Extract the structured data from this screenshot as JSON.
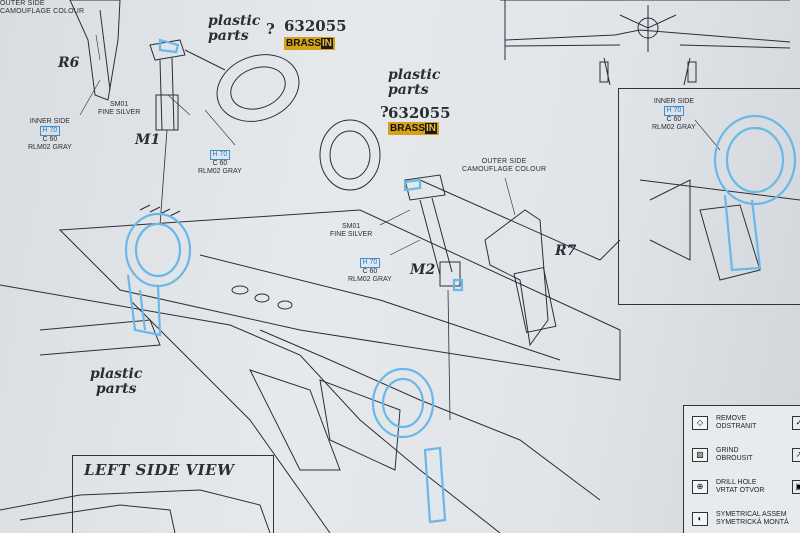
{
  "labels": {
    "top_left_outer": "OUTER SIDE\nCAMOUFLAGE COLOUR",
    "plastic_parts": "plastic\nparts",
    "question": "?",
    "part_number": "632055",
    "brassin_a": "BRASS",
    "brassin_b": "IN",
    "r6": "R6",
    "r7": "R7",
    "m1": "M1",
    "m2": "M2",
    "inner_side": "INNER SIDE",
    "outer_side_r7": "OUTER SIDE\nCAMOUFLAGE COLOUR",
    "sm01": "SM01",
    "fine_silver": "FINE SILVER",
    "h70": "H 70",
    "c60": "C 60",
    "rlm02": "RLM02 GRAY",
    "left_side_view": "LEFT SIDE VIEW",
    "plastic_parts_lower": "plastic\nparts"
  },
  "legend": {
    "items": [
      {
        "icon": "remove-icon",
        "line1": "REMOVE",
        "line2": "ODSTRANIT"
      },
      {
        "icon": "grind-icon",
        "line1": "GRIND",
        "line2": "OBROUSIT"
      },
      {
        "icon": "drill-icon",
        "line1": "DRILL HOLE",
        "line2": "VRTAT OTVOR"
      },
      {
        "icon": "symmetric-icon",
        "line1": "SYMETRICAL ASSEM",
        "line2": "SYMETRICKÁ MONTÁ"
      }
    ]
  },
  "colors": {
    "line": "#2b2f36",
    "accent_blue": "#6ab8e8",
    "brassin_gold": "#d6a11a"
  }
}
